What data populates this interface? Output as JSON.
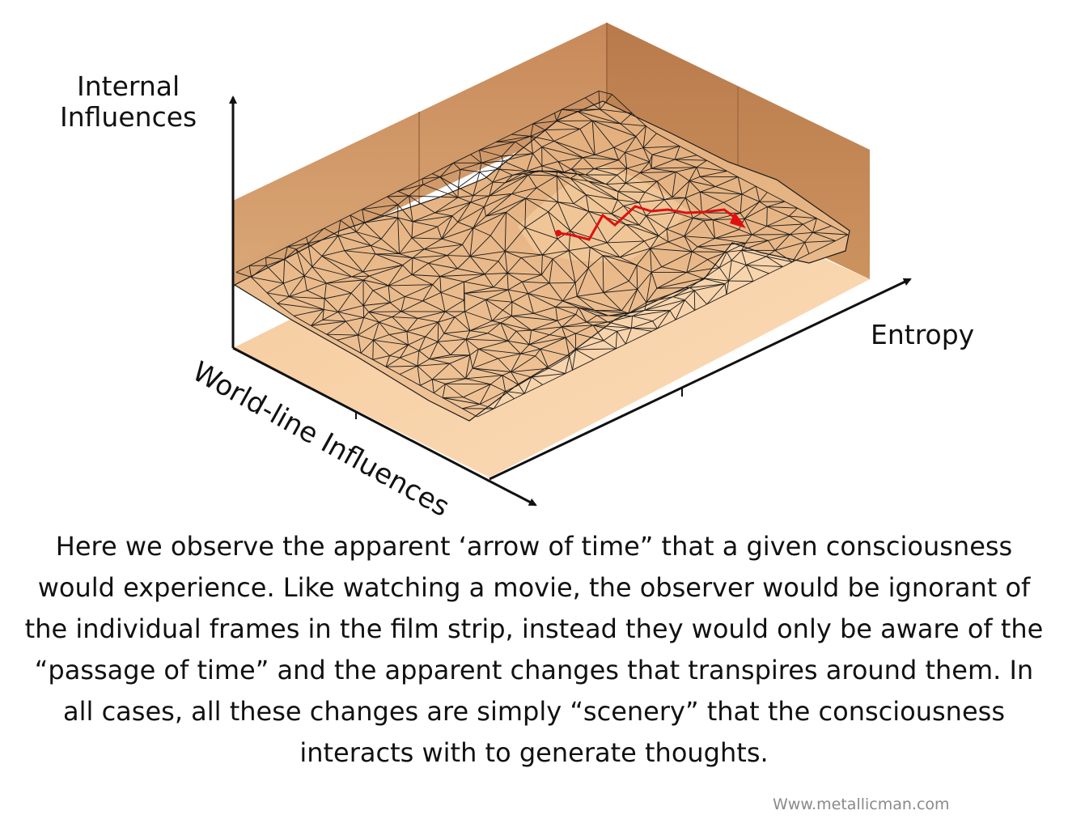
{
  "diagram": {
    "y_axis_label_lines": [
      "Internal",
      "Influences"
    ],
    "x_axis_label": "Entropy",
    "z_axis_label": "World-line Influences",
    "colors": {
      "wall_back": "#c98e5d",
      "wall_side": "#bd7f4f",
      "floor": "#f6cfa4",
      "surface": "#e9b987",
      "mesh_line": "#1a1a1a",
      "path": "#e01010"
    }
  },
  "caption": "Here we observe the apparent ‘arrow of time” that a given consciousness would experience. Like watching a movie, the observer would be ignorant of the individual frames in the film strip, instead they would only be aware of the “passage of time” and the apparent changes that transpires around them. In all cases, all these changes are simply “scenery” that the consciousness interacts with to generate thoughts.",
  "watermark": "Www.metallicman.com"
}
